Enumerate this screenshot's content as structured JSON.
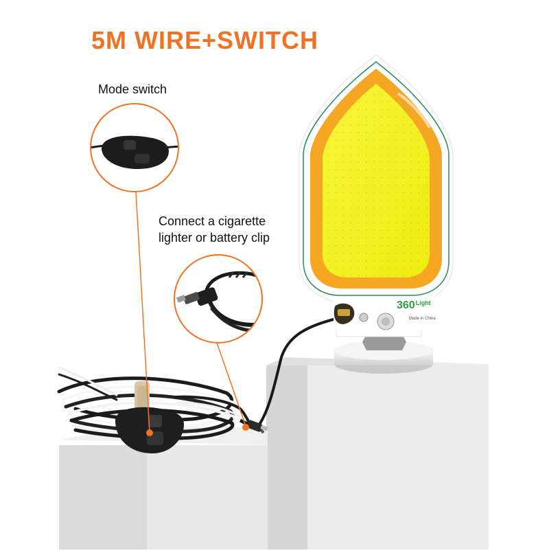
{
  "headline": "5M WIRE+SWITCH",
  "callouts": {
    "mode_switch": "Mode switch",
    "connector_line1": "Connect a cigarette",
    "connector_line2": "lighter or battery clip"
  },
  "product_label": {
    "brand_number": "360",
    "brand_word": "Light",
    "made_in": "Made in China"
  },
  "colors": {
    "accent": "#f07323",
    "lamp_face": "#f4f21f",
    "lamp_rim": "#f5a623",
    "pedestal": "#e6e6e6",
    "cable": "#1b1b1b"
  }
}
